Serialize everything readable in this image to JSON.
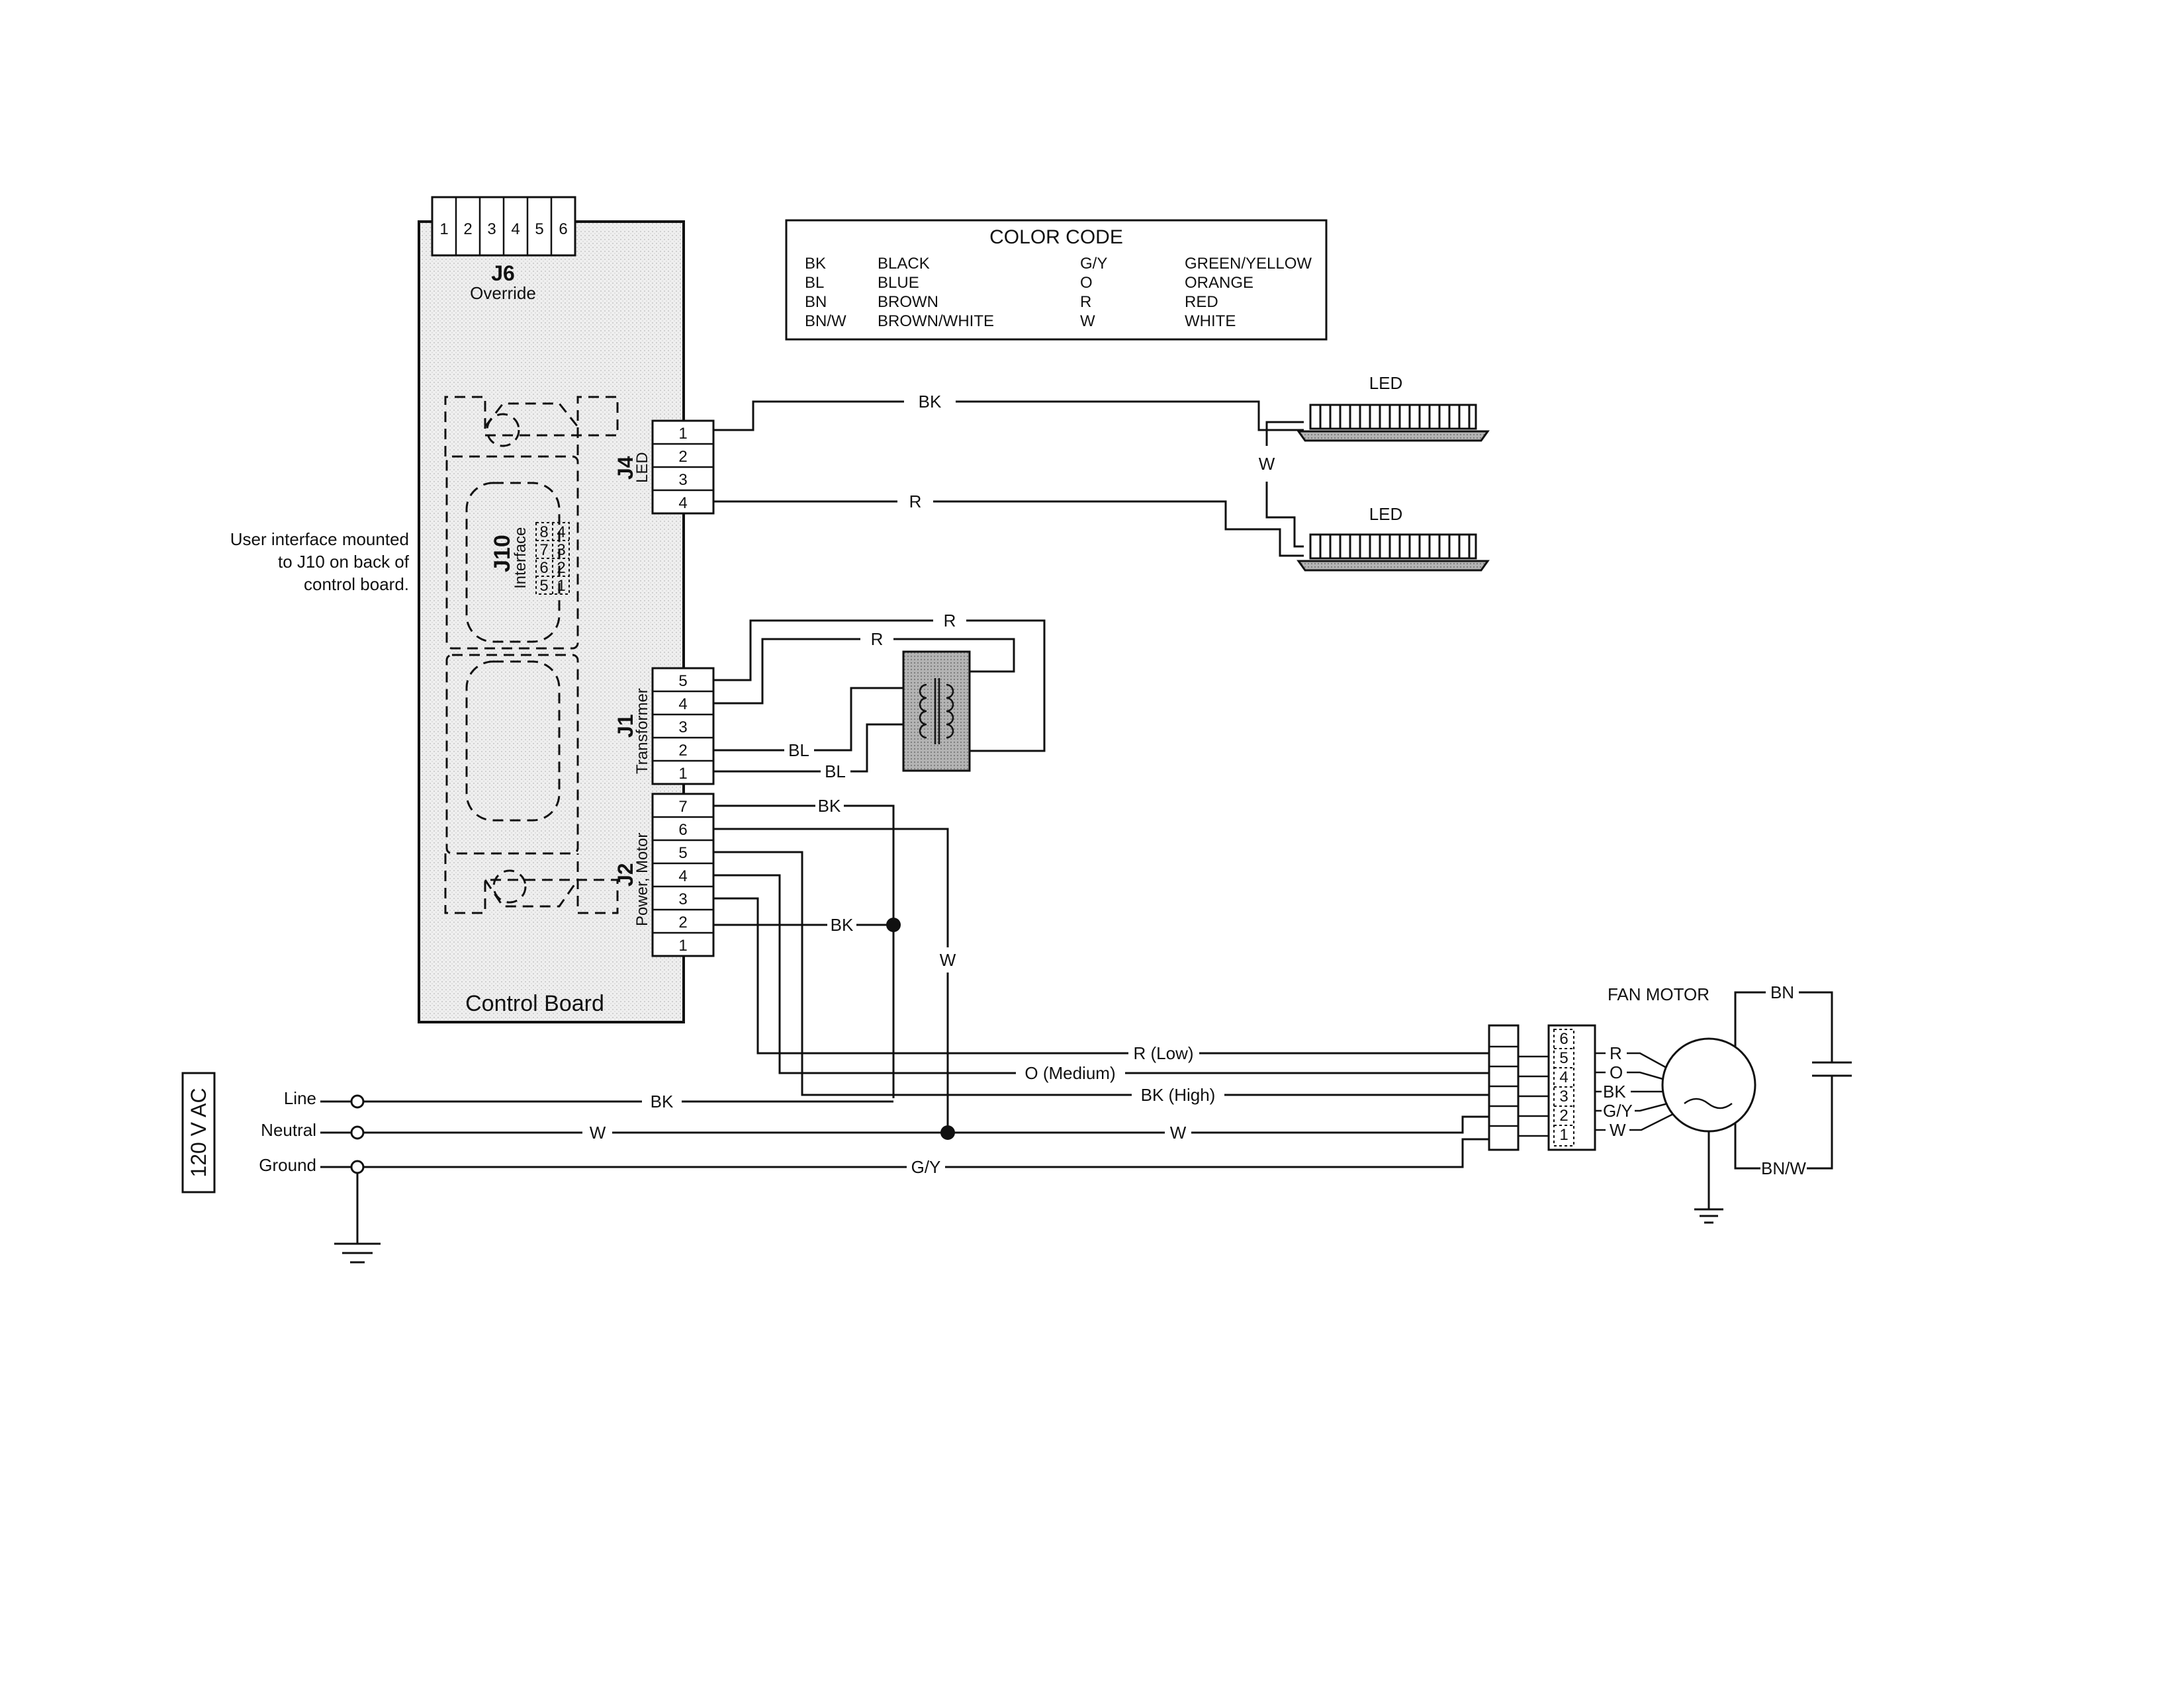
{
  "colors": {
    "line": "#111111",
    "board_fill": "#e6e6e6",
    "transformer_fill": "#a0a0a0",
    "led_fill": "#666666",
    "background": "#ffffff"
  },
  "control_board": {
    "title": "Control Board",
    "j6": {
      "name": "J6",
      "sub": "Override",
      "pins": [
        "1",
        "2",
        "3",
        "4",
        "5",
        "6"
      ]
    },
    "j4": {
      "name": "J4",
      "sub": "LED",
      "pins": [
        "1",
        "2",
        "3",
        "4"
      ]
    },
    "j10": {
      "name": "J10",
      "sub": "Interface",
      "pins_left": [
        "8",
        "7",
        "6",
        "5"
      ],
      "pins_right": [
        "4",
        "3",
        "2",
        "1"
      ]
    },
    "j1": {
      "name": "J1",
      "sub": "Transformer",
      "pins": [
        "5",
        "4",
        "3",
        "2",
        "1"
      ]
    },
    "j2": {
      "name": "J2",
      "sub": "Power, Motor",
      "pins": [
        "7",
        "6",
        "5",
        "4",
        "3",
        "2",
        "1"
      ]
    }
  },
  "user_interface_note": [
    "User interface mounted",
    "to J10 on back of",
    "control board."
  ],
  "color_code": {
    "title": "COLOR CODE",
    "left": [
      {
        "code": "BK",
        "name": "BLACK"
      },
      {
        "code": "BL",
        "name": "BLUE"
      },
      {
        "code": "BN",
        "name": "BROWN"
      },
      {
        "code": "BN/W",
        "name": "BROWN/WHITE"
      }
    ],
    "right": [
      {
        "code": "G/Y",
        "name": "GREEN/YELLOW"
      },
      {
        "code": "O",
        "name": "ORANGE"
      },
      {
        "code": "R",
        "name": "RED"
      },
      {
        "code": "W",
        "name": "WHITE"
      }
    ]
  },
  "leds": {
    "top_label": "LED",
    "bottom_label": "LED"
  },
  "wire_labels": {
    "led_bk": "BK",
    "led_r": "R",
    "led_w": "W",
    "tr_r_outer": "R",
    "tr_r_inner": "R",
    "tr_bl_2": "BL",
    "tr_bl_1": "BL",
    "j2_bk_top": "BK",
    "j2_bk_mid": "BK",
    "j2_w": "W",
    "motor_low": "R (Low)",
    "motor_medium": "O (Medium)",
    "motor_high": "BK (High)",
    "line_bk": "BK",
    "neutral_w_left": "W",
    "neutral_w_right": "W",
    "ground_gy": "G/Y"
  },
  "power": {
    "label": "120 V AC",
    "line": "Line",
    "neutral": "Neutral",
    "ground": "Ground"
  },
  "fan_motor": {
    "title": "FAN MOTOR",
    "pins": [
      "6",
      "5",
      "4",
      "3",
      "2",
      "1"
    ],
    "pin_labels": [
      "R",
      "O",
      "BK",
      "G/Y",
      "W"
    ],
    "cap_top": "BN",
    "cap_bottom": "BN/W"
  }
}
